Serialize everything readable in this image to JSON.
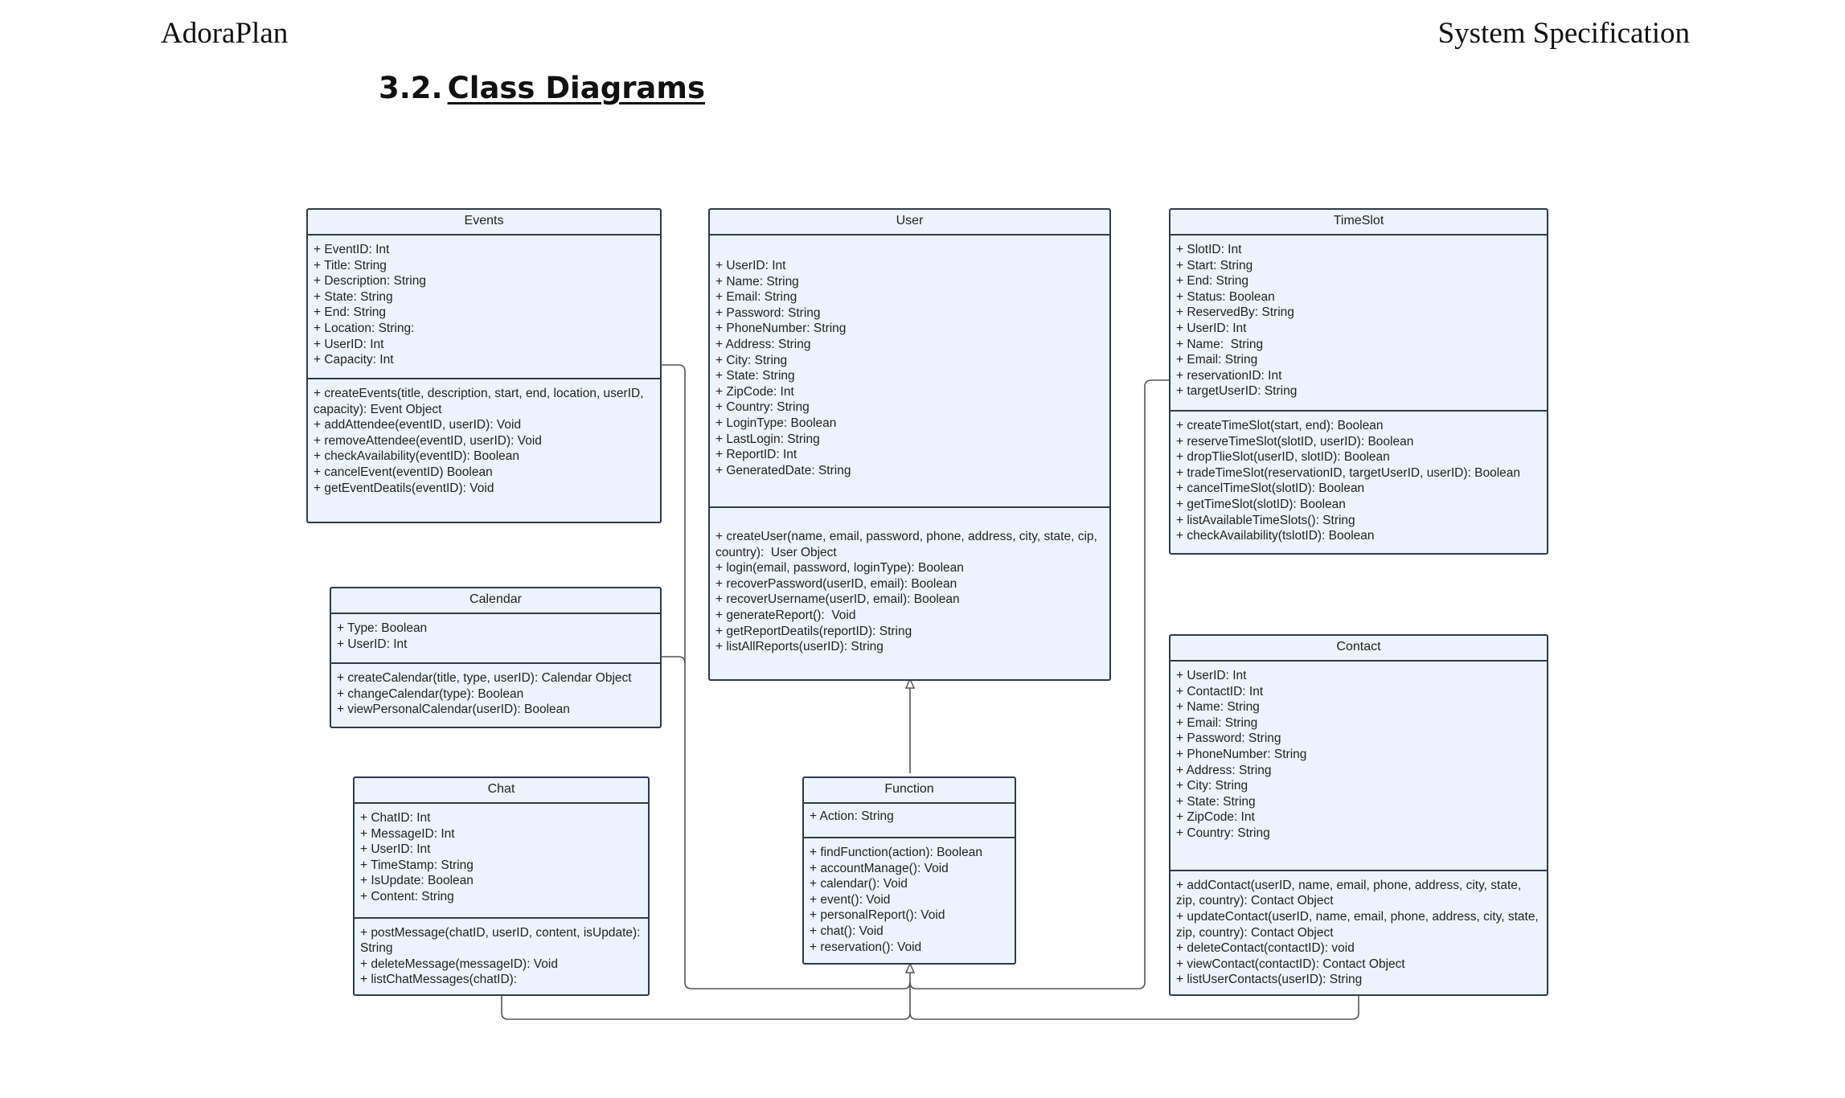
{
  "header": {
    "left": "AdoraPlan",
    "right": "System Specification"
  },
  "section": {
    "number": "3.2.",
    "title": "Class Diagrams"
  },
  "classes": {
    "events": {
      "name": "Events",
      "attributes": [
        "+ EventID: Int",
        "+ Title: String",
        "+ Description: String",
        "+ State: String",
        "+ End: String",
        "+ Location: String:",
        "+ UserID: Int",
        "+ Capacity: Int"
      ],
      "operations": [
        "+ createEvents(title, description, start, end, location, userID, capacity): Event Object",
        "+ addAttendee(eventID, userID): Void",
        "+ removeAttendee(eventID, userID): Void",
        "+ checkAvailability(eventID): Boolean",
        "+ cancelEvent(eventID) Boolean",
        "+ getEventDeatils(eventID): Void"
      ]
    },
    "user": {
      "name": "User",
      "attributes": [
        "+ UserID: Int",
        "+ Name: String",
        "+ Email: String",
        "+ Password: String",
        "+ PhoneNumber: String",
        "+ Address: String",
        "+ City: String",
        "+ State: String",
        "+ ZipCode: Int",
        "+ Country: String",
        "+ LoginType: Boolean",
        "+ LastLogin: String",
        "+ ReportID: Int",
        "+ GeneratedDate: String"
      ],
      "operations": [
        "+ createUser(name, email, password, phone, address, city, state, cip, country):  User Object",
        "+ login(email, password, loginType): Boolean",
        "+ recoverPassword(userID, email): Boolean",
        "+ recoverUsername(userID, email): Boolean",
        "+ generateReport():  Void",
        "+ getReportDeatils(reportID): String",
        "+ listAllReports(userID): String"
      ]
    },
    "timeslot": {
      "name": "TimeSlot",
      "attributes": [
        "+ SlotID: Int",
        "+ Start: String",
        "+ End: String",
        "+ Status: Boolean",
        "+ ReservedBy: String",
        "+ UserID: Int",
        "+ Name:  String",
        "+ Email: String",
        "+ reservationID: Int",
        "+ targetUserID: String"
      ],
      "operations": [
        "+ createTimeSlot(start, end): Boolean",
        "+ reserveTimeSlot(slotID, userID): Boolean",
        "+ dropTlieSlot(userID, slotID): Boolean",
        "+ tradeTimeSlot(reservationID, targetUserID, userID): Boolean",
        "+ cancelTimeSlot(slotID): Boolean",
        "+ getTimeSlot(slotID): Boolean",
        "+ listAvailableTimeSlots(): String",
        "+ checkAvailability(tslotID): Boolean"
      ]
    },
    "calendar": {
      "name": "Calendar",
      "attributes": [
        "+ Type: Boolean",
        "+ UserID: Int"
      ],
      "operations": [
        "+ createCalendar(title, type, userID): Calendar Object",
        "+ changeCalendar(type): Boolean",
        "+ viewPersonalCalendar(userID): Boolean"
      ]
    },
    "contact": {
      "name": "Contact",
      "attributes": [
        "+ UserID: Int",
        "+ ContactID: Int",
        "+ Name: String",
        "+ Email: String",
        "+ Password: String",
        "+ PhoneNumber: String",
        "+ Address: String",
        "+ City: String",
        "+ State: String",
        "+ ZipCode: Int",
        "+ Country: String"
      ],
      "operations": [
        "+ addContact(userID, name, email, phone, address, city, state, zip, country): Contact Object",
        "+ updateContact(userID, name, email, phone, address, city, state, zip, country): Contact Object",
        "+ deleteContact(contactID): void",
        "+ viewContact(contactID): Contact Object",
        "+ listUserContacts(userID): String"
      ]
    },
    "chat": {
      "name": "Chat",
      "attributes": [
        "+ ChatID: Int",
        "+ MessageID: Int",
        "+ UserID: Int",
        "+ TimeStamp: String",
        "+ IsUpdate: Boolean",
        "+ Content: String"
      ],
      "operations": [
        "+ postMessage(chatID, userID, content, isUpdate): String",
        "+ deleteMessage(messageID): Void",
        "+ listChatMessages(chatID):"
      ]
    },
    "function": {
      "name": "Function",
      "attributes": [
        "+ Action: String"
      ],
      "operations": [
        "+ findFunction(action): Boolean",
        "+ accountManage(): Void",
        "+ calendar(): Void",
        "+ event(): Void",
        "+ personalReport(): Void",
        "+ chat(): Void",
        "+ reservation(): Void"
      ]
    }
  }
}
